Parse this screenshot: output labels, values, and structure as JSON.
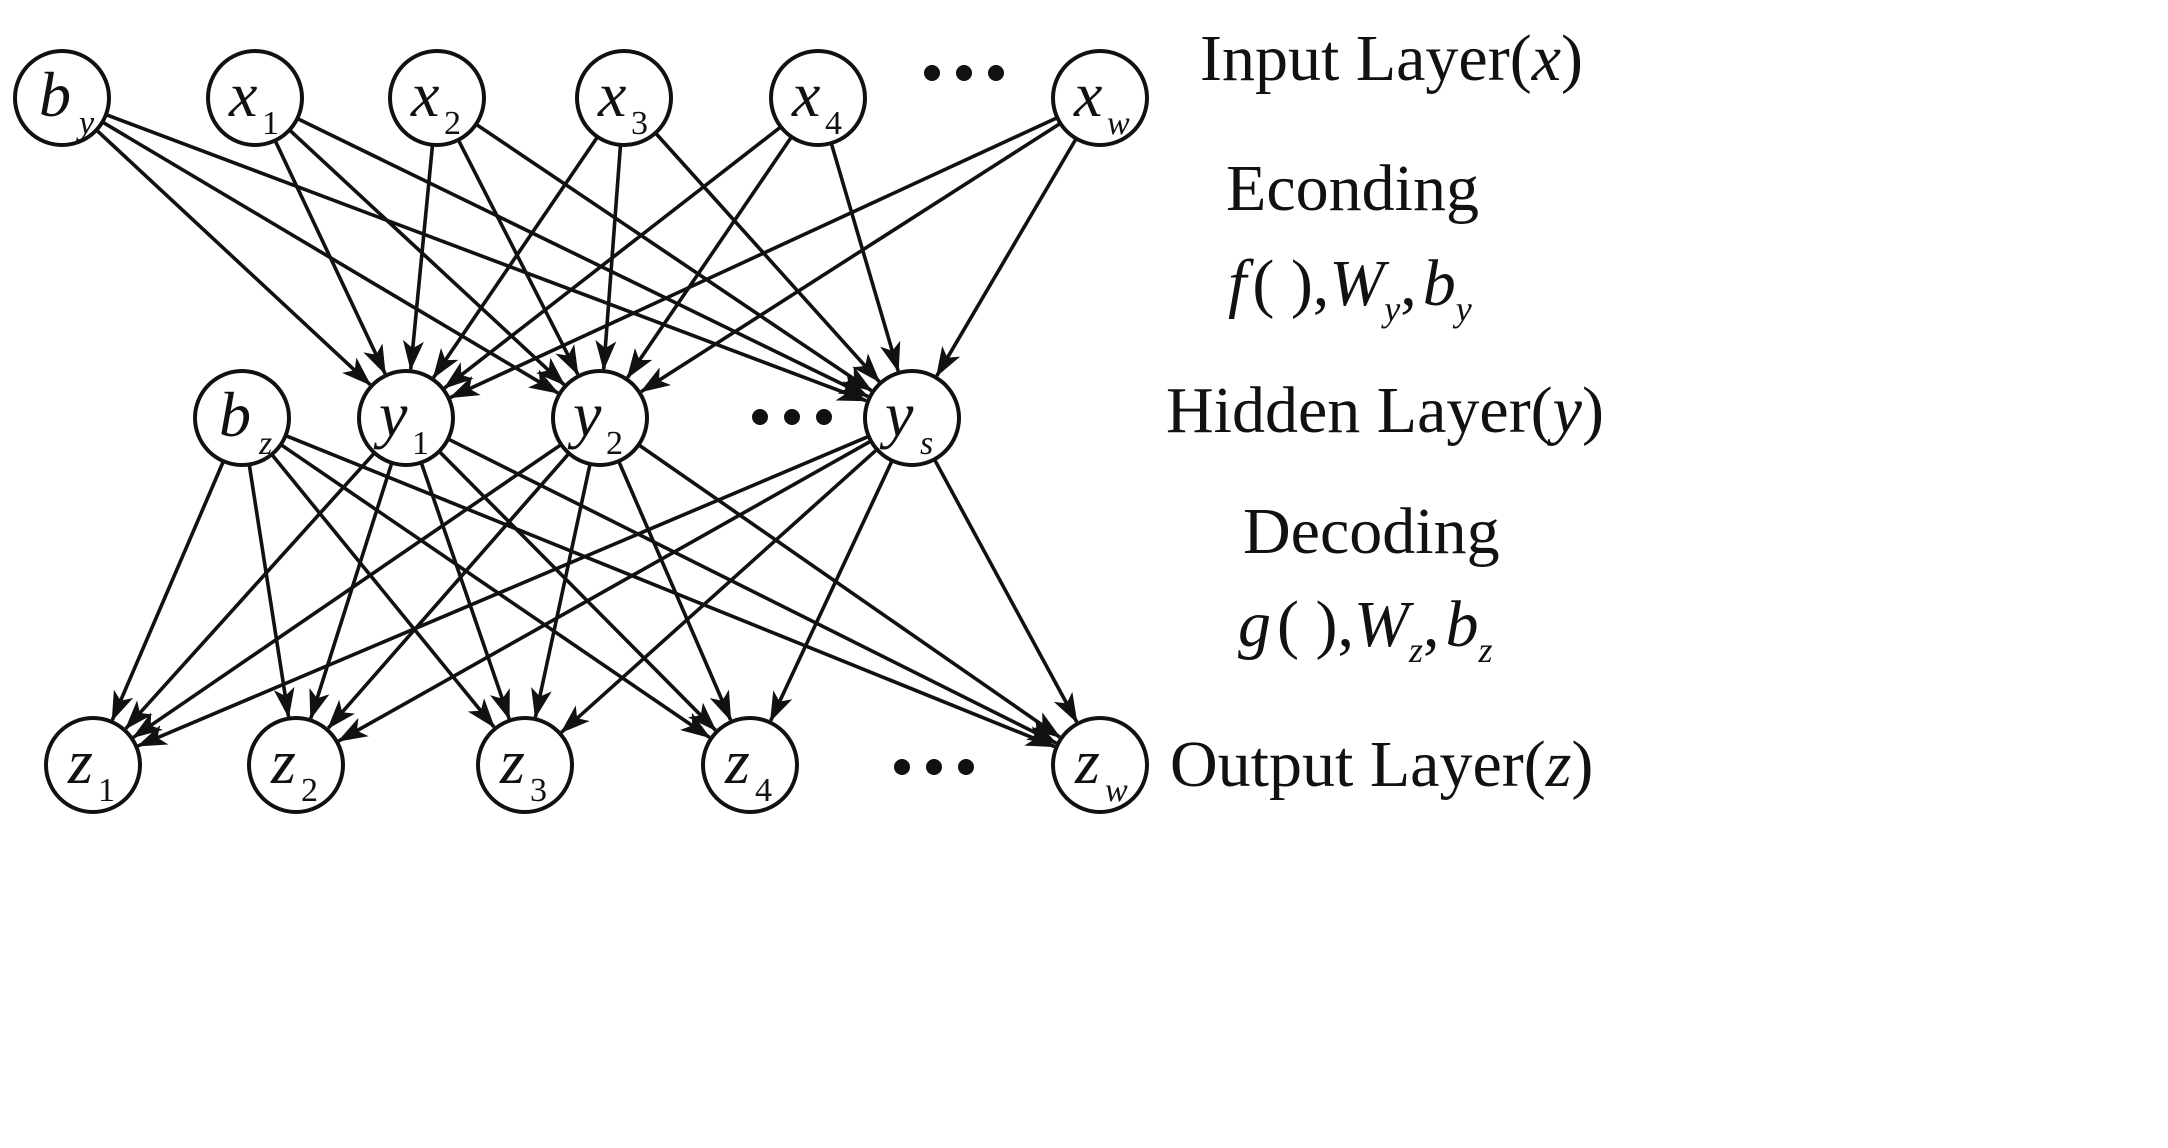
{
  "layers": {
    "input": {
      "label_prefix": "Input Layer(",
      "label_var": "x",
      "label_suffix": ")",
      "nodes": [
        {
          "id": "by",
          "main": "b",
          "sub": "y",
          "sub_italic": true
        },
        {
          "id": "x1",
          "main": "x",
          "sub": "1",
          "sub_italic": false
        },
        {
          "id": "x2",
          "main": "x",
          "sub": "2",
          "sub_italic": false
        },
        {
          "id": "x3",
          "main": "x",
          "sub": "3",
          "sub_italic": false
        },
        {
          "id": "x4",
          "main": "x",
          "sub": "4",
          "sub_italic": false
        },
        {
          "id": "xw",
          "main": "x",
          "sub": "w",
          "sub_italic": true
        }
      ]
    },
    "hidden": {
      "label_prefix": "Hidden Layer(",
      "label_var": "y",
      "label_suffix": ")",
      "nodes": [
        {
          "id": "bz",
          "main": "b",
          "sub": "z",
          "sub_italic": true
        },
        {
          "id": "y1",
          "main": "y",
          "sub": "1",
          "sub_italic": false
        },
        {
          "id": "y2",
          "main": "y",
          "sub": "2",
          "sub_italic": false
        },
        {
          "id": "ys",
          "main": "y",
          "sub": "s",
          "sub_italic": true
        }
      ]
    },
    "output": {
      "label_prefix": "Output Layer(",
      "label_var": "z",
      "label_suffix": ")",
      "nodes": [
        {
          "id": "z1",
          "main": "z",
          "sub": "1",
          "sub_italic": false
        },
        {
          "id": "z2",
          "main": "z",
          "sub": "2",
          "sub_italic": false
        },
        {
          "id": "z3",
          "main": "z",
          "sub": "3",
          "sub_italic": false
        },
        {
          "id": "z4",
          "main": "z",
          "sub": "4",
          "sub_italic": false
        },
        {
          "id": "zw",
          "main": "z",
          "sub": "w",
          "sub_italic": true
        }
      ]
    }
  },
  "encoding": {
    "title": "Econding",
    "func": "f",
    "paren": "(  ),",
    "weight": "W",
    "weight_sub": "y",
    "sep": ",",
    "bias": "b",
    "bias_sub": "y"
  },
  "decoding": {
    "title": "Decoding",
    "func": "g",
    "paren": "( ),",
    "weight": "W",
    "weight_sub": "z",
    "sep": ",",
    "bias": "b",
    "bias_sub": "z"
  },
  "edges": {
    "encoding": {
      "from": [
        "by",
        "x1",
        "x2",
        "x3",
        "x4",
        "xw"
      ],
      "to": [
        "y1",
        "y2",
        "ys"
      ]
    },
    "decoding": {
      "from": [
        "bz",
        "y1",
        "y2",
        "ys"
      ],
      "to": [
        "z1",
        "z2",
        "z3",
        "z4",
        "zw"
      ]
    }
  },
  "colors": {
    "stroke": "#111111",
    "background": "#ffffff"
  }
}
